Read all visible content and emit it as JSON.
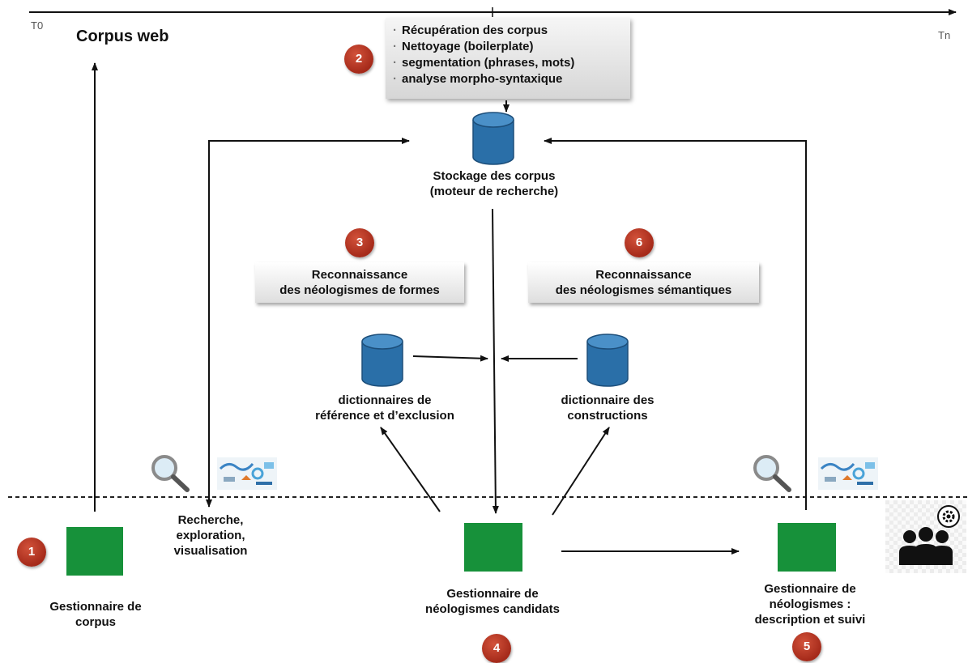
{
  "timeline": {
    "start": "T0",
    "end": "Tn"
  },
  "corpus_web": "Corpus web",
  "steps_panel": [
    "Récupération des corpus",
    "Nettoyage (boilerplate)",
    "segmentation (phrases, mots)",
    "analyse morpho-syntaxique"
  ],
  "storage": {
    "line1": "Stockage des corpus",
    "line2": "(moteur de recherche)"
  },
  "recognition_forms": {
    "line1": "Reconnaissance",
    "line2": "des néologismes de formes"
  },
  "recognition_semantic": {
    "line1": "Reconnaissance",
    "line2": "des néologismes sémantiques"
  },
  "dict_reference": {
    "line1": "dictionnaires de",
    "line2": "référence et d’exclusion"
  },
  "dict_constructions": {
    "line1": "dictionnaire des",
    "line2": "constructions"
  },
  "search_label": {
    "line1": "Recherche,",
    "line2": "exploration,",
    "line3": "visualisation"
  },
  "corpus_manager": {
    "line1": "Gestionnaire de",
    "line2": "corpus"
  },
  "candidates_manager": {
    "line1": "Gestionnaire de",
    "line2": "néologismes candidats"
  },
  "neologisms_manager": {
    "line1": "Gestionnaire de",
    "line2": "néologismes :",
    "line3": "description et suivi"
  },
  "badges": {
    "b1": "1",
    "b2": "2",
    "b3": "3",
    "b4": "4",
    "b5": "5",
    "b6": "6"
  },
  "colors": {
    "badge": "#b03a24",
    "manager_box": "#17913a",
    "database": "#2a6fa8",
    "arrow": "#111111"
  },
  "icons": [
    "magnifier-icon",
    "dashboard-icon",
    "users-gear-icon",
    "database-icon"
  ]
}
